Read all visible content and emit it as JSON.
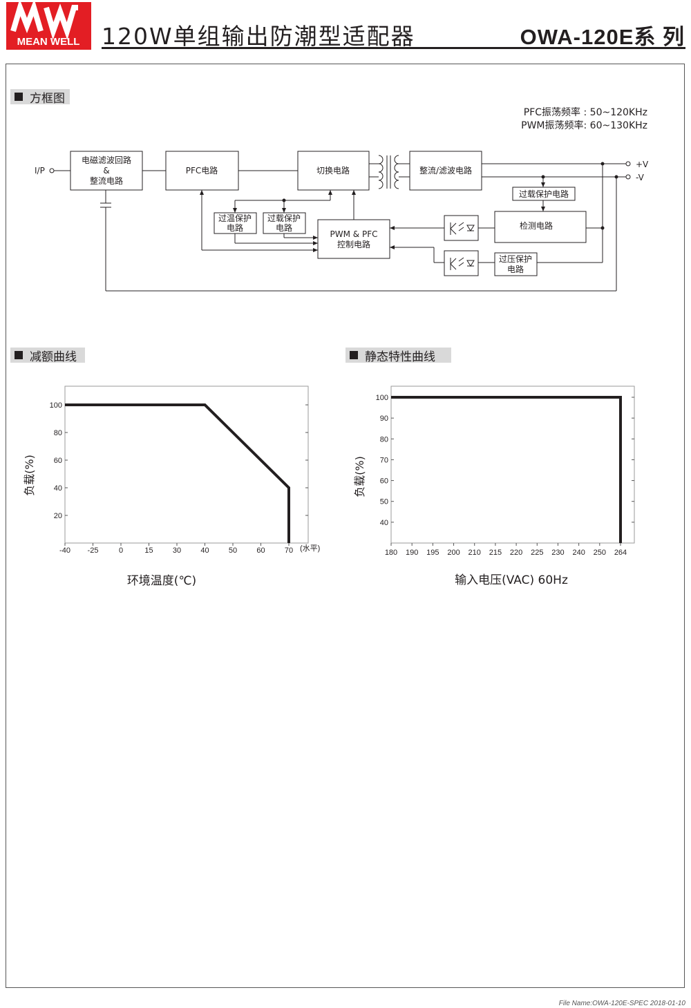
{
  "header": {
    "logo_text": "MEAN WELL",
    "logo_color": "#e31e24",
    "title": "120W单组输出防潮型适配器",
    "series": "OWA-120E系 列"
  },
  "block_diagram": {
    "section_title": "方框图",
    "freq_lines": [
      "PFC振荡频率 : 50~120KHz",
      "PWM振荡频率: 60~130KHz"
    ],
    "input_label": "I/P",
    "out_pos_label": "+V",
    "out_neg_label": "-V",
    "blocks": {
      "emi": [
        "电磁滤波回路",
        "&",
        "整流电路"
      ],
      "pfc": [
        "PFC电路"
      ],
      "switch": [
        "切换电路"
      ],
      "rectifier": [
        "整流/滤波电路"
      ],
      "otp": [
        "过温保护",
        "电路"
      ],
      "olp_left": [
        "过载保护",
        "电路"
      ],
      "control": [
        "PWM & PFC",
        "控制电路"
      ],
      "olp_right": [
        "过载保护电路"
      ],
      "detect": [
        "检测电路"
      ],
      "ovp": [
        "过压保护",
        "电路"
      ]
    }
  },
  "derating": {
    "section_title": "减额曲线",
    "ylabel": "负载(%)",
    "xlabel": "环境温度(℃)",
    "x_unit_note": "(水平)",
    "chart_data": {
      "type": "line",
      "x_ticks": [
        "-40",
        "-25",
        "0",
        "15",
        "30",
        "40",
        "50",
        "60",
        "70"
      ],
      "y_ticks": [
        "20",
        "40",
        "60",
        "80",
        "100"
      ],
      "x": [
        "-40",
        "40",
        "70",
        "70"
      ],
      "y": [
        100,
        100,
        40,
        0
      ],
      "ylim": [
        0,
        100
      ],
      "grid": false
    }
  },
  "static": {
    "section_title": "静态特性曲线",
    "ylabel": "负载(%)",
    "xlabel": "输入电压(VAC) 60Hz",
    "chart_data": {
      "type": "line",
      "x_ticks": [
        "180",
        "190",
        "195",
        "200",
        "210",
        "215",
        "220",
        "225",
        "230",
        "240",
        "250",
        "264"
      ],
      "y_ticks": [
        "40",
        "50",
        "60",
        "70",
        "80",
        "90",
        "100"
      ],
      "x": [
        "180",
        "264",
        "264"
      ],
      "y": [
        100,
        100,
        30
      ],
      "ylim": [
        30,
        100
      ],
      "grid": false
    }
  },
  "footer": "File Name:OWA-120E-SPEC   2018-01-10"
}
